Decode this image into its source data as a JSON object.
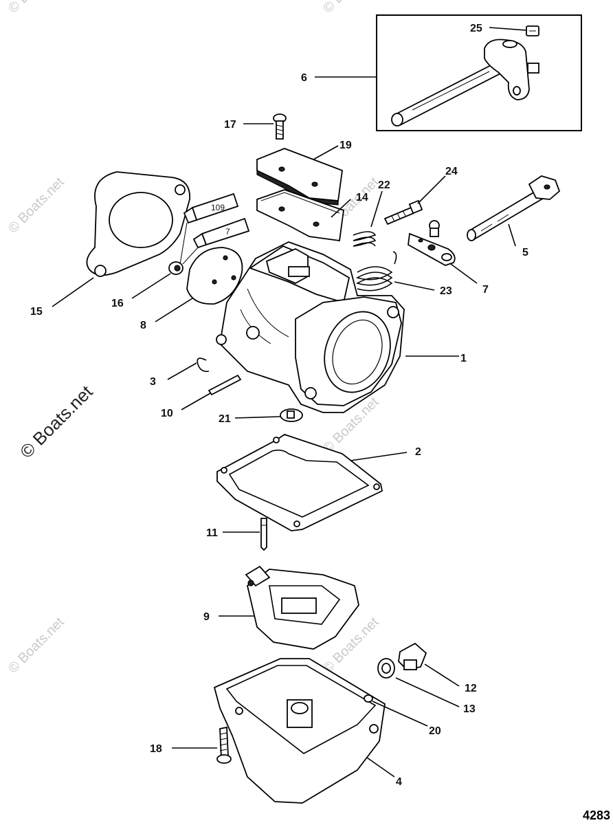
{
  "figure_number": "4283",
  "watermarks": {
    "main": "© Boats.net",
    "faint": "© Boats.net"
  },
  "callouts": {
    "c1": "1",
    "c2": "2",
    "c3": "3",
    "c4": "4",
    "c5": "5",
    "c6": "6",
    "c7a": "7",
    "c8": "8",
    "c9": "9",
    "c10": "10",
    "c11": "11",
    "c12": "12",
    "c13": "13",
    "c14": "14",
    "c15": "15",
    "c16": "16",
    "c17": "17",
    "c18": "18",
    "c19": "19",
    "c20": "20",
    "c21": "21",
    "c22": "22",
    "c23": "23",
    "c24": "24",
    "c25": "25"
  },
  "tubes": {
    "tube_a": "109",
    "tube_b": "7"
  },
  "colors": {
    "line": "#000000",
    "watermark": "#c9c9c9",
    "background": "#ffffff"
  }
}
